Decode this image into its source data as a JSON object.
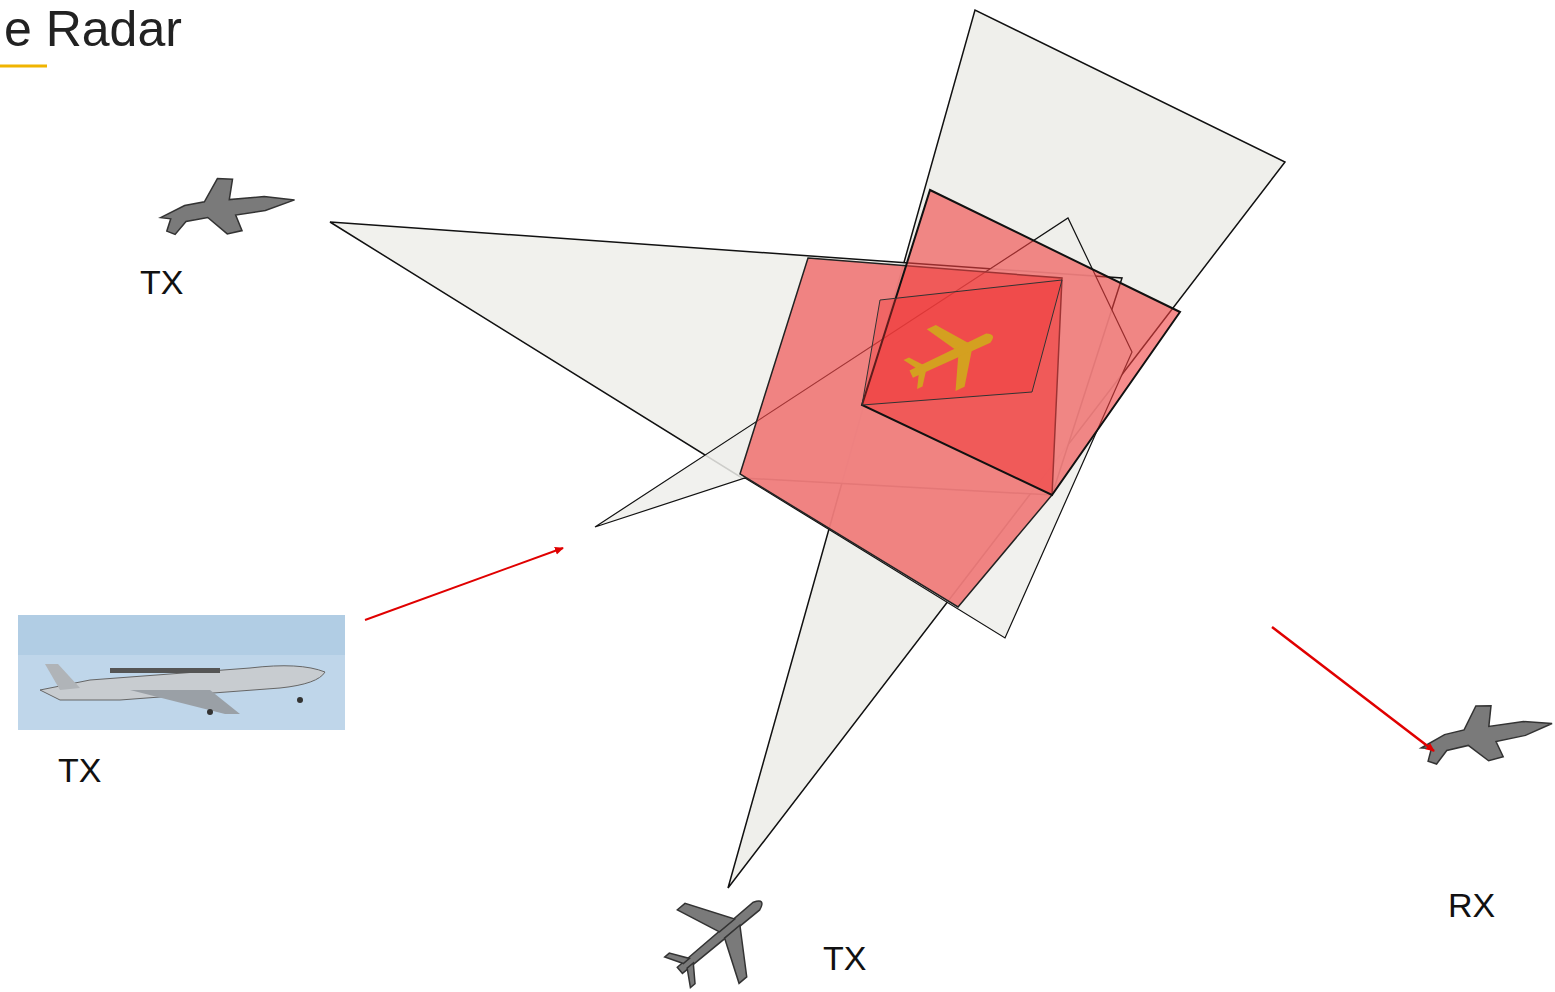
{
  "diagram": {
    "title": "e Radar",
    "labels": [
      "TX",
      "TX",
      "TX",
      "RX"
    ]
  }
}
